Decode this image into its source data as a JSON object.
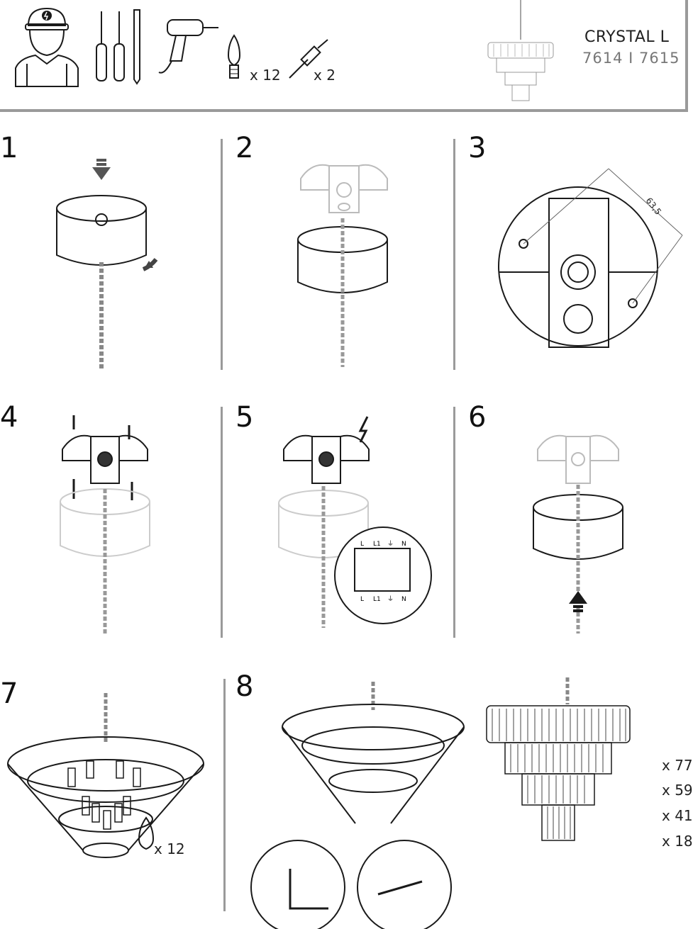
{
  "header": {
    "title": "CRYSTAL L",
    "subtitle": "7614 I 7615",
    "bulb_qty": "x 12",
    "anchor_qty": "x 2"
  },
  "steps": [
    "1",
    "2",
    "3",
    "4",
    "5",
    "6",
    "7",
    "8"
  ],
  "step3": {
    "dimension": "63,5"
  },
  "step5": {
    "terminals_top": [
      "L",
      "L1",
      "⏚",
      "N"
    ],
    "terminals_bottom": [
      "L",
      "L1",
      "⏚",
      "N"
    ]
  },
  "step7": {
    "bulb_qty": "x 12"
  },
  "step8": {
    "crystal_counts": [
      "x 77",
      "x 59",
      "x 41",
      "x 18"
    ]
  },
  "colors": {
    "line": "#1a1a1a",
    "grey": "#9a9a9a",
    "light": "#c8c8c8"
  }
}
